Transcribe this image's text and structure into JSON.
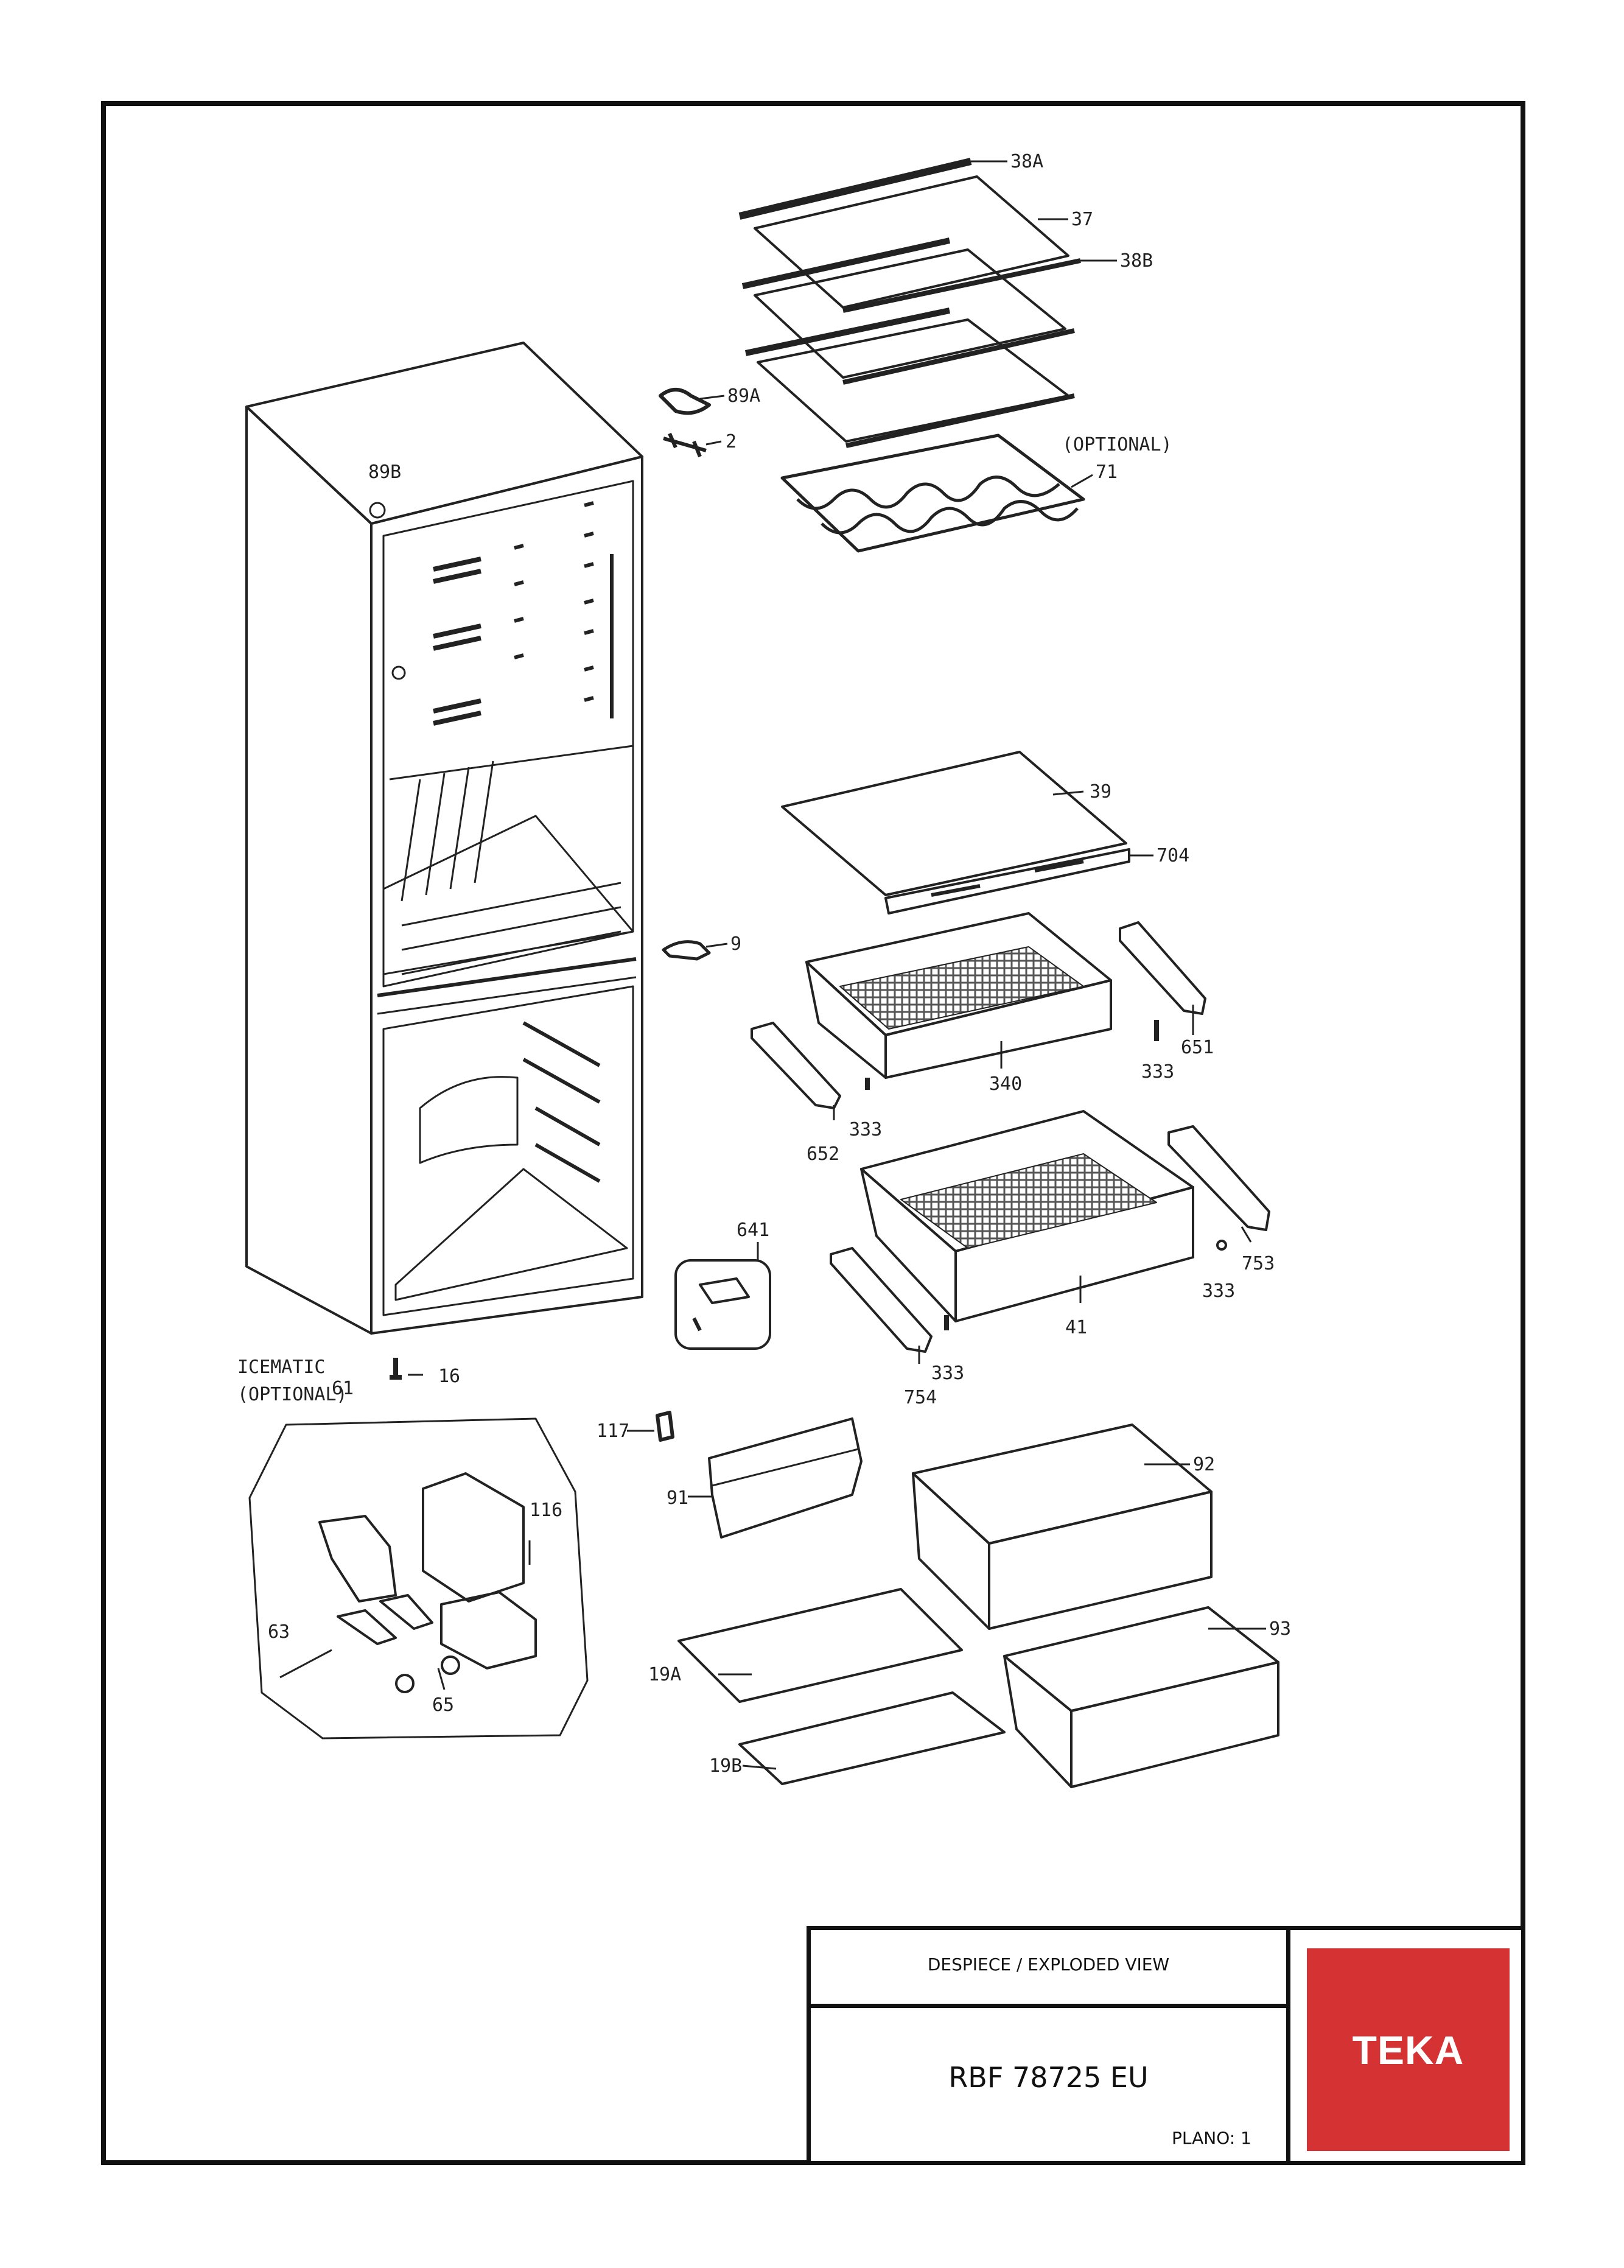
{
  "callouts": {
    "c38A": "38A",
    "c37": "37",
    "c38B": "38B",
    "c89A": "89A",
    "c2": "2",
    "optional_top": "(OPTIONAL)",
    "c71": "71",
    "c89B": "89B",
    "c39": "39",
    "c704": "704",
    "c9": "9",
    "c651": "651",
    "c333a": "333",
    "c340": "340",
    "c333b": "333",
    "c652": "652",
    "c641": "641",
    "c753": "753",
    "c333c": "333",
    "c41": "41",
    "c333d": "333",
    "c754": "754",
    "icematic": "ICEMATIC",
    "optional_ice": "(OPTIONAL)",
    "c61": "61",
    "c16": "16",
    "c117": "117",
    "c116": "116",
    "c91": "91",
    "c92": "92",
    "c63": "63",
    "c65": "65",
    "c93": "93",
    "c19A": "19A",
    "c19B": "19B"
  },
  "title_block": {
    "view_label": "DESPIECE / EXPLODED VIEW",
    "model": "RBF 78725 EU",
    "sheet": "PLANO: 1",
    "brand": "TEKA",
    "brand_color": "#d53233"
  }
}
